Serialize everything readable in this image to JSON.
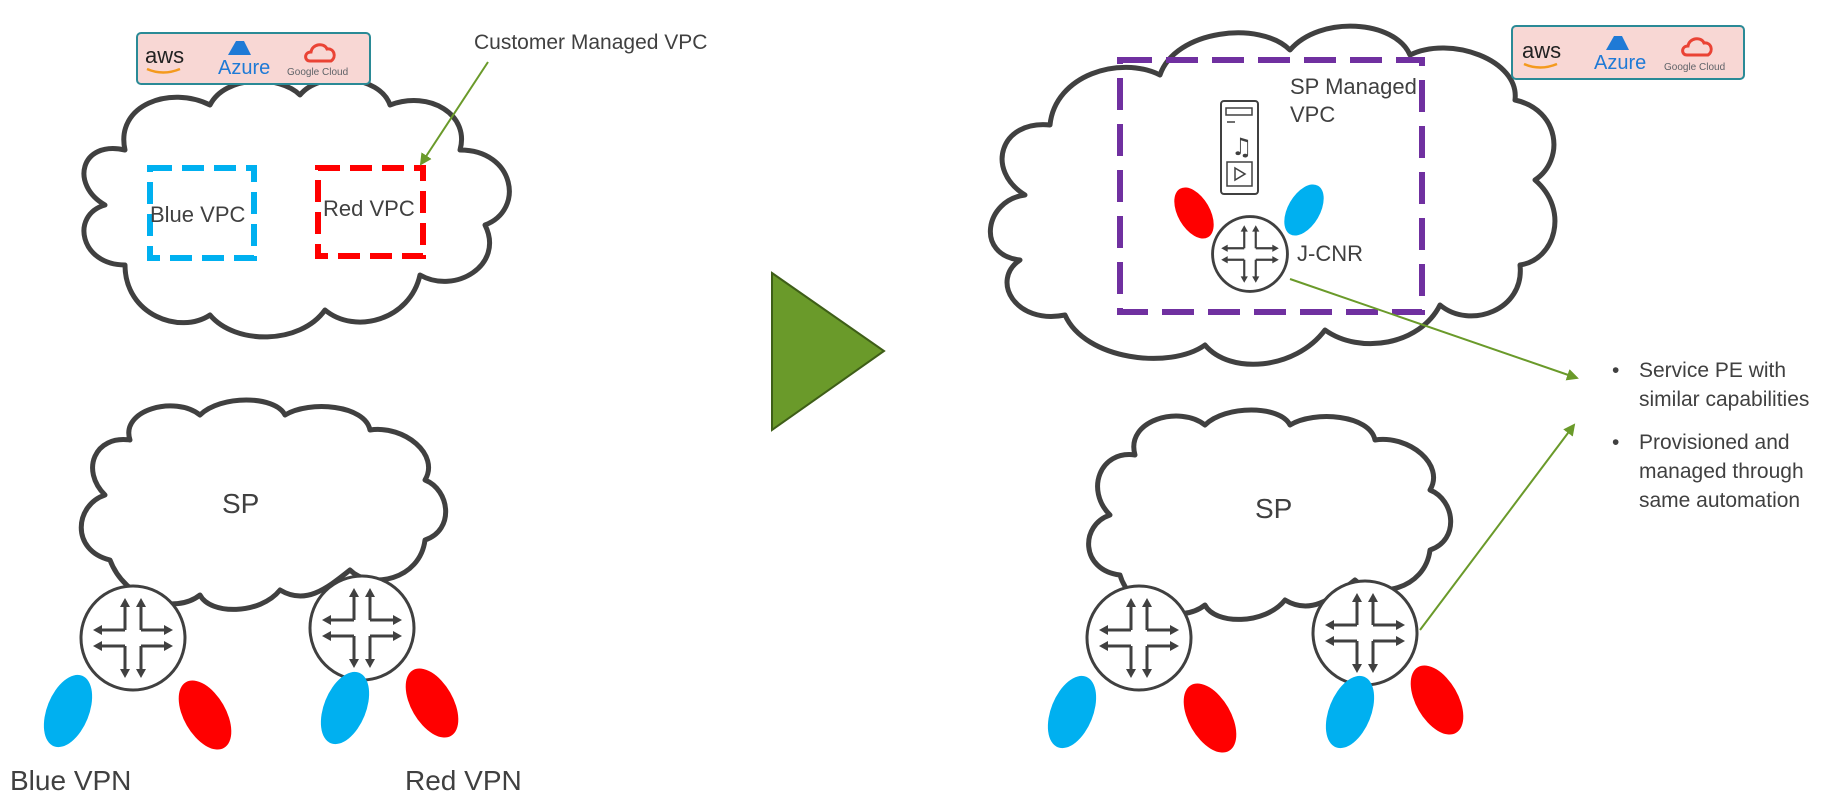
{
  "left_panel": {
    "cloud_providers": [
      "aws",
      "Azure",
      "Google Cloud"
    ],
    "callout_label": "Customer Managed VPC",
    "vpcs": [
      "Blue VPC",
      "Red VPC"
    ],
    "sp_label": "SP",
    "vpn_labels": [
      "Blue VPN",
      "Red VPN"
    ]
  },
  "right_panel": {
    "cloud_providers": [
      "aws",
      "Azure",
      "Google Cloud"
    ],
    "sp_vpc_label_line1": "SP Managed",
    "sp_vpc_label_line2": "VPC",
    "router_label": "J-CNR",
    "sp_label": "SP"
  },
  "bullets": [
    {
      "line1": "Service PE with",
      "line2": "similar capabilities"
    },
    {
      "line1": "Provisioned and",
      "line2": "managed through",
      "line3": "same automation"
    }
  ],
  "colors": {
    "blue": "#00b0f0",
    "red": "#ff0000",
    "purple": "#7030a0",
    "arrow": "#6a9a2a",
    "outline": "#404040",
    "logo_box": "#f8d7d4",
    "logo_border": "#2a8a96"
  }
}
